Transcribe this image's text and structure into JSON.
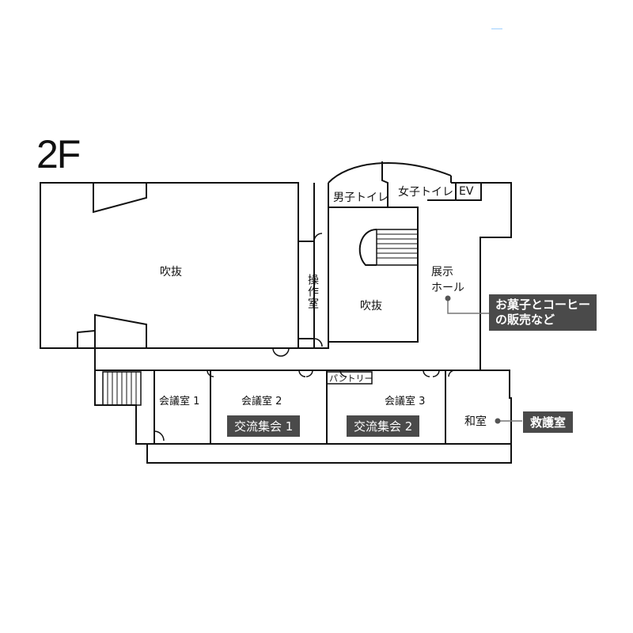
{
  "floor": {
    "label": "2F"
  },
  "rooms": {
    "atrium_left": "吹抜",
    "atrium_center": "吹抜",
    "control_room": "操作室",
    "mens_toilet": "男子トイレ",
    "womens_toilet": "女子トイレ",
    "elevator": "EV",
    "exhibition_hall_line1": "展示",
    "exhibition_hall_line2": "ホール",
    "meeting_room_1": "会議室 1",
    "meeting_room_2": "会議室 2",
    "meeting_room_3": "会議室 3",
    "pantry": "パントリー",
    "japanese_room": "和室"
  },
  "tags": {
    "exchange_1": "交流集会 1",
    "exchange_2": "交流集会 2",
    "first_aid": "救護室"
  },
  "callout": {
    "line1": "お菓子とコーヒー",
    "line2": "の販売など"
  },
  "colors": {
    "tag_bg": "#4a4a4a",
    "wall": "#111111"
  }
}
